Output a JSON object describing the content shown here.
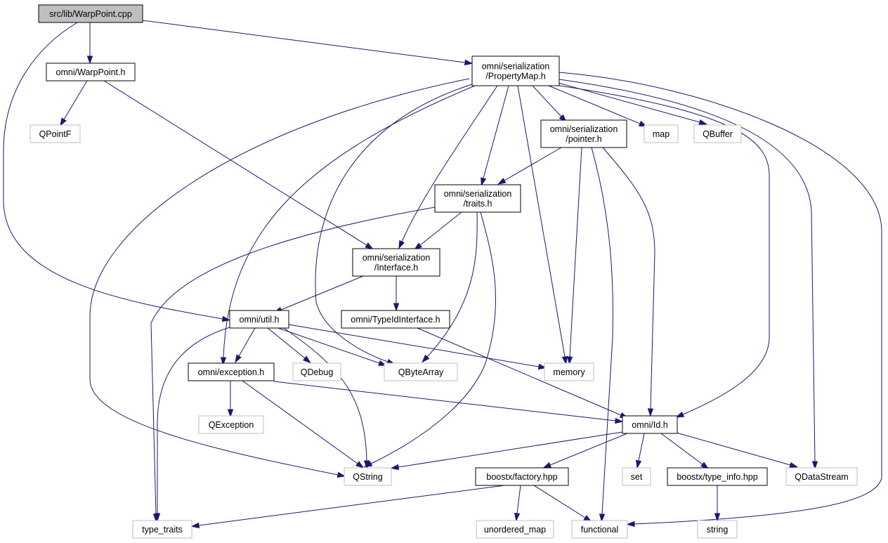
{
  "graph": {
    "title": "",
    "colors": {
      "edge": "#191970",
      "root_fill": "#bfbfbf",
      "node_border": "#000000",
      "external_border": "#bfbfbf"
    },
    "nodes": {
      "warppoint_cpp": {
        "lines": [
          "src/lib/WarpPoint.cpp"
        ],
        "kind": "root"
      },
      "warppoint_h": {
        "lines": [
          "omni/WarpPoint.h"
        ],
        "kind": "internal"
      },
      "propertymap_h": {
        "lines": [
          "omni/serialization",
          "/PropertyMap.h"
        ],
        "kind": "internal"
      },
      "qpointf": {
        "lines": [
          "QPointF"
        ],
        "kind": "external"
      },
      "pointer_h": {
        "lines": [
          "omni/serialization",
          "/pointer.h"
        ],
        "kind": "internal"
      },
      "map": {
        "lines": [
          "map"
        ],
        "kind": "external"
      },
      "qbuffer": {
        "lines": [
          "QBuffer"
        ],
        "kind": "external"
      },
      "traits_h": {
        "lines": [
          "omni/serialization",
          "/traits.h"
        ],
        "kind": "internal"
      },
      "interface_h": {
        "lines": [
          "omni/serialization",
          "/Interface.h"
        ],
        "kind": "internal"
      },
      "util_h": {
        "lines": [
          "omni/util.h"
        ],
        "kind": "internal"
      },
      "typeidinterface_h": {
        "lines": [
          "omni/TypeIdInterface.h"
        ],
        "kind": "internal"
      },
      "exception_h": {
        "lines": [
          "omni/exception.h"
        ],
        "kind": "internal"
      },
      "qdebug": {
        "lines": [
          "QDebug"
        ],
        "kind": "external"
      },
      "qbytearray": {
        "lines": [
          "QByteArray"
        ],
        "kind": "external"
      },
      "memory": {
        "lines": [
          "memory"
        ],
        "kind": "external"
      },
      "qexception": {
        "lines": [
          "QException"
        ],
        "kind": "external"
      },
      "id_h": {
        "lines": [
          "omni/Id.h"
        ],
        "kind": "internal"
      },
      "qstring": {
        "lines": [
          "QString"
        ],
        "kind": "external"
      },
      "set": {
        "lines": [
          "set"
        ],
        "kind": "external"
      },
      "factory_hpp": {
        "lines": [
          "boostx/factory.hpp"
        ],
        "kind": "internal"
      },
      "type_info_hpp": {
        "lines": [
          "boostx/type_info.hpp"
        ],
        "kind": "internal"
      },
      "qdatastream": {
        "lines": [
          "QDataStream"
        ],
        "kind": "external"
      },
      "type_traits": {
        "lines": [
          "type_traits"
        ],
        "kind": "external"
      },
      "unordered_map": {
        "lines": [
          "unordered_map"
        ],
        "kind": "external"
      },
      "functional": {
        "lines": [
          "functional"
        ],
        "kind": "external"
      },
      "string": {
        "lines": [
          "string"
        ],
        "kind": "external"
      }
    },
    "edges": [
      [
        "warppoint_cpp",
        "warppoint_h"
      ],
      [
        "warppoint_cpp",
        "propertymap_h"
      ],
      [
        "warppoint_cpp",
        "util_h"
      ],
      [
        "warppoint_h",
        "qpointf"
      ],
      [
        "warppoint_h",
        "interface_h"
      ],
      [
        "propertymap_h",
        "pointer_h"
      ],
      [
        "propertymap_h",
        "map"
      ],
      [
        "propertymap_h",
        "qbuffer"
      ],
      [
        "propertymap_h",
        "traits_h"
      ],
      [
        "propertymap_h",
        "interface_h"
      ],
      [
        "propertymap_h",
        "exception_h"
      ],
      [
        "propertymap_h",
        "qbytearray"
      ],
      [
        "propertymap_h",
        "memory"
      ],
      [
        "propertymap_h",
        "qstring"
      ],
      [
        "propertymap_h",
        "id_h"
      ],
      [
        "propertymap_h",
        "qdatastream"
      ],
      [
        "propertymap_h",
        "functional"
      ],
      [
        "pointer_h",
        "traits_h"
      ],
      [
        "pointer_h",
        "memory"
      ],
      [
        "pointer_h",
        "id_h"
      ],
      [
        "pointer_h",
        "functional"
      ],
      [
        "traits_h",
        "interface_h"
      ],
      [
        "traits_h",
        "type_traits"
      ],
      [
        "traits_h",
        "qbytearray"
      ],
      [
        "traits_h",
        "qstring"
      ],
      [
        "interface_h",
        "util_h"
      ],
      [
        "interface_h",
        "typeidinterface_h"
      ],
      [
        "typeidinterface_h",
        "id_h"
      ],
      [
        "util_h",
        "exception_h"
      ],
      [
        "util_h",
        "qdebug"
      ],
      [
        "util_h",
        "qbytearray"
      ],
      [
        "util_h",
        "memory"
      ],
      [
        "util_h",
        "qstring"
      ],
      [
        "util_h",
        "type_traits"
      ],
      [
        "exception_h",
        "qexception"
      ],
      [
        "exception_h",
        "qstring"
      ],
      [
        "exception_h",
        "id_h"
      ],
      [
        "id_h",
        "qstring"
      ],
      [
        "id_h",
        "set"
      ],
      [
        "id_h",
        "factory_hpp"
      ],
      [
        "id_h",
        "type_info_hpp"
      ],
      [
        "id_h",
        "qdatastream"
      ],
      [
        "factory_hpp",
        "type_traits"
      ],
      [
        "factory_hpp",
        "unordered_map"
      ],
      [
        "factory_hpp",
        "functional"
      ],
      [
        "type_info_hpp",
        "string"
      ]
    ]
  }
}
